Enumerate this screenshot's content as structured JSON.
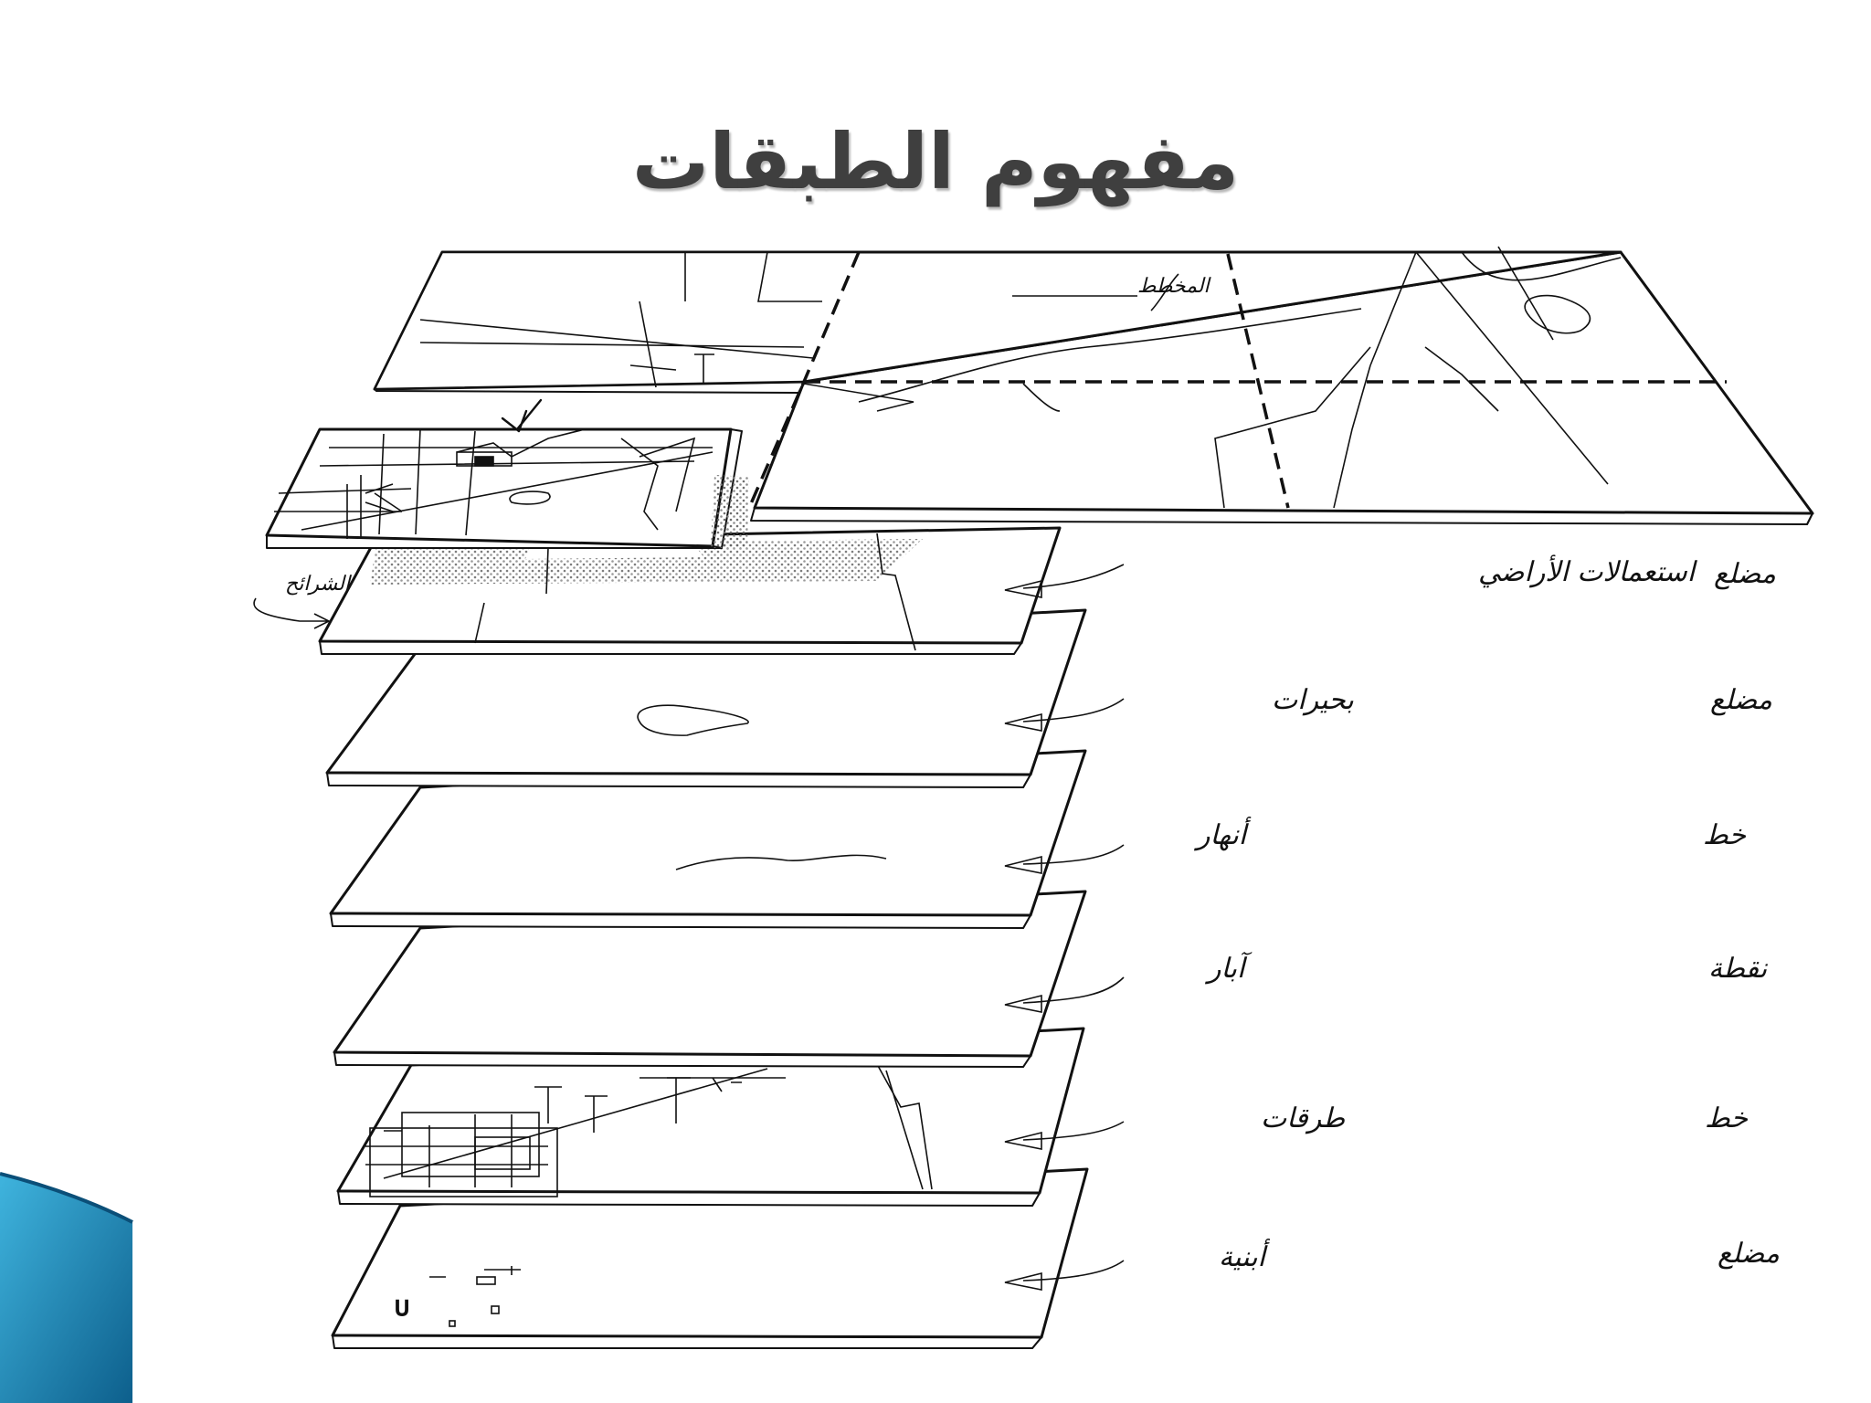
{
  "title": "مفهوم الطبقات",
  "diagram": {
    "composite_label": "المخطط",
    "side_label": "الشرائح",
    "layers": [
      {
        "name": "استعمالات الأراضي",
        "type": "مضلع"
      },
      {
        "name": "بحيرات",
        "type": "مضلع"
      },
      {
        "name": "أنهار",
        "type": "خط"
      },
      {
        "name": "آبار",
        "type": "نقطة"
      },
      {
        "name": "طرقات",
        "type": "خط"
      },
      {
        "name": "أبنية",
        "type": "مضلع"
      }
    ]
  },
  "colors": {
    "title": "#3f3f3f",
    "lines": "#111111",
    "corner_accent": "#1b86b8"
  }
}
